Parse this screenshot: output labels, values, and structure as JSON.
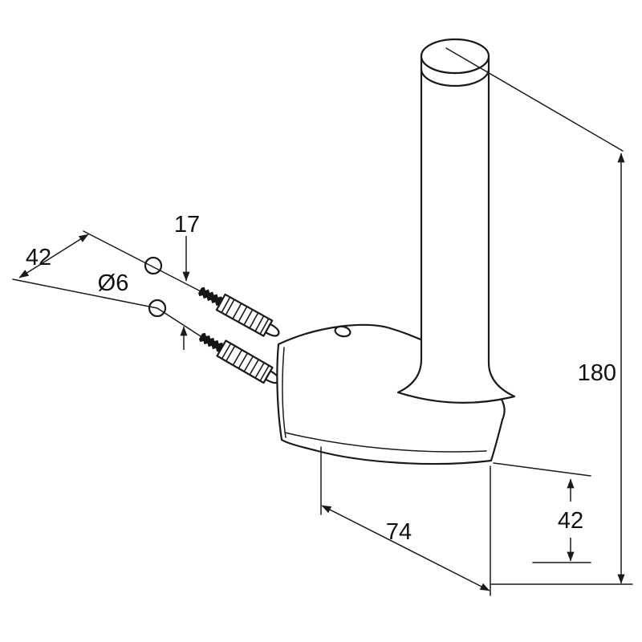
{
  "drawing": {
    "background_color": "#ffffff",
    "line_color": "#1a1a1a",
    "dimensions": {
      "hole_spacing": "42",
      "hole_vertical_offset": "17",
      "hole_diameter": "Ø6",
      "overall_height": "180",
      "bracket_drop": "42",
      "bracket_width": "74"
    }
  }
}
